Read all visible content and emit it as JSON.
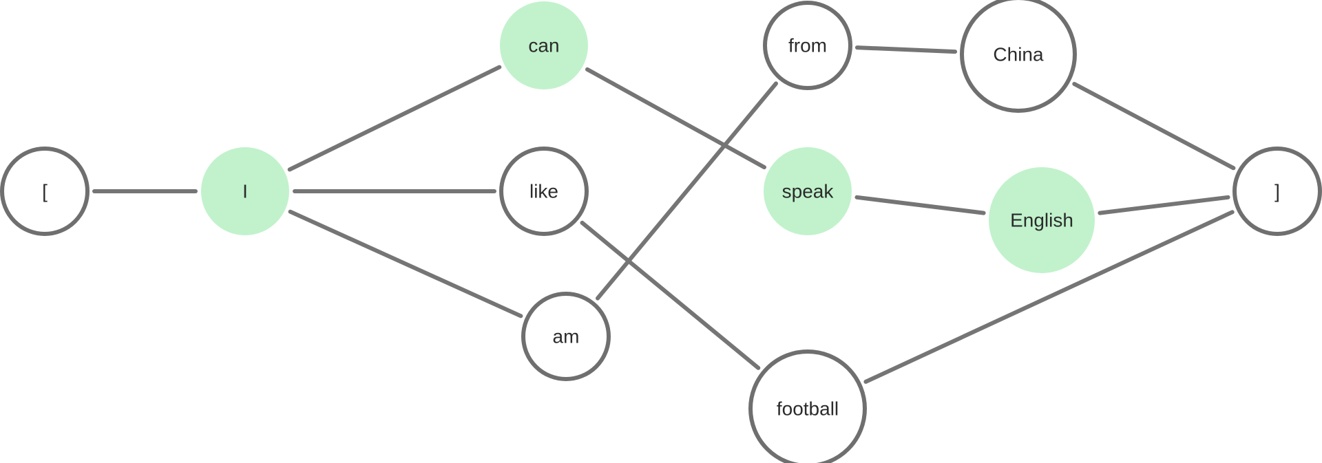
{
  "diagram": {
    "colors": {
      "edge": "#757575",
      "node_border": "#6f6f6f",
      "highlight_fill": "#c1f2cc",
      "label_text": "#2b2b2b"
    },
    "nodes": [
      {
        "id": "start",
        "label": "[",
        "highlighted": false
      },
      {
        "id": "i",
        "label": "I",
        "highlighted": true
      },
      {
        "id": "can",
        "label": "can",
        "highlighted": true
      },
      {
        "id": "like",
        "label": "like",
        "highlighted": false
      },
      {
        "id": "am",
        "label": "am",
        "highlighted": false
      },
      {
        "id": "from",
        "label": "from",
        "highlighted": false
      },
      {
        "id": "speak",
        "label": "speak",
        "highlighted": true
      },
      {
        "id": "football",
        "label": "football",
        "highlighted": false
      },
      {
        "id": "china",
        "label": "China",
        "highlighted": false
      },
      {
        "id": "english",
        "label": "English",
        "highlighted": true
      },
      {
        "id": "end",
        "label": "]",
        "highlighted": false
      }
    ],
    "edges": [
      [
        "start",
        "i"
      ],
      [
        "i",
        "can"
      ],
      [
        "i",
        "like"
      ],
      [
        "i",
        "am"
      ],
      [
        "can",
        "speak"
      ],
      [
        "like",
        "football"
      ],
      [
        "am",
        "from"
      ],
      [
        "from",
        "china"
      ],
      [
        "speak",
        "english"
      ],
      [
        "china",
        "end"
      ],
      [
        "english",
        "end"
      ],
      [
        "football",
        "end"
      ]
    ]
  }
}
